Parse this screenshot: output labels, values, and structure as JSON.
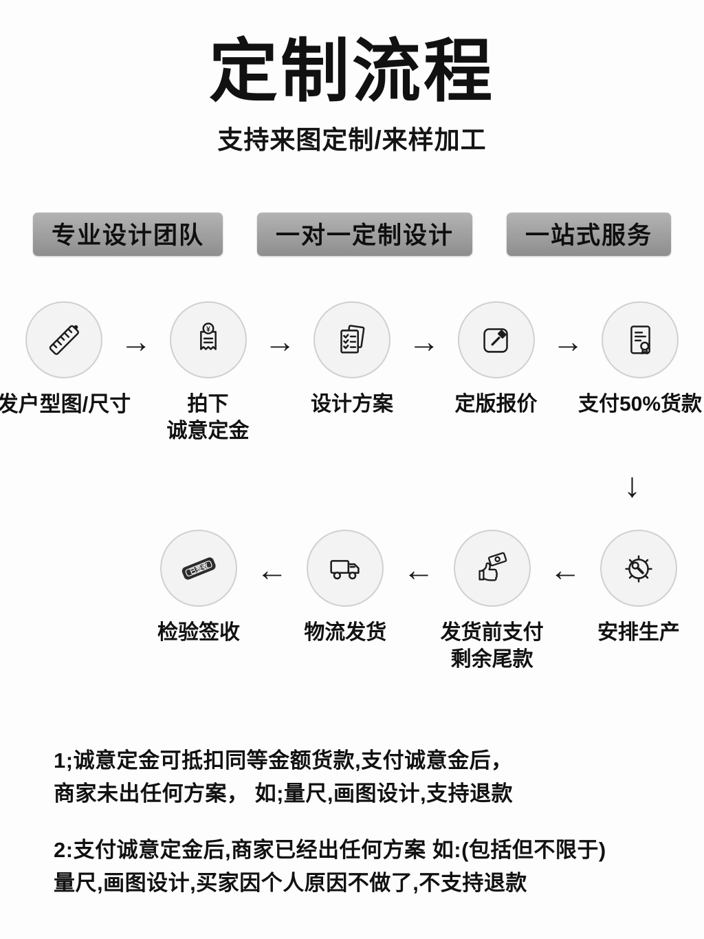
{
  "header": {
    "title": "定制流程",
    "subtitle": "支持来图定制/来样加工"
  },
  "badges": [
    {
      "label": "专业设计团队"
    },
    {
      "label": "一对一定制设计"
    },
    {
      "label": "一站式服务"
    }
  ],
  "flow_row1": [
    {
      "label": "发户型图/尺寸",
      "icon": "ruler-icon"
    },
    {
      "label": "拍下\n诚意定金",
      "icon": "deposit-receipt-icon"
    },
    {
      "label": "设计方案",
      "icon": "design-plan-icon"
    },
    {
      "label": "定版报价",
      "icon": "quote-gavel-icon"
    },
    {
      "label": "支付50%货款",
      "icon": "certificate-icon"
    }
  ],
  "flow_row2": [
    {
      "label": "检验签收",
      "icon": "signed-stamp-icon"
    },
    {
      "label": "物流发货",
      "icon": "truck-icon"
    },
    {
      "label": "发货前支付\n剩余尾款",
      "icon": "hand-money-icon"
    },
    {
      "label": "安排生产",
      "icon": "gear-wrench-icon"
    }
  ],
  "icons": {
    "arrow_right": "→",
    "arrow_left": "←",
    "arrow_down": "↓",
    "yuan": "¥",
    "stamp_text": "已签收"
  },
  "notes": [
    "1;诚意定金可抵扣同等金额货款,支付诚意金后，\n商家未出任何方案， 如;量尺,画图设计,支持退款",
    "2:支付诚意定金后,商家已经出任何方案 如:(包括但不限于)\n量尺,画图设计,买家因个人原因不做了,不支持退款"
  ],
  "colors": {
    "badge_gradient_top": "#b3b3b3",
    "badge_gradient_bottom": "#8e8e8e",
    "circle_fill": "#f3f3f3",
    "circle_border": "#d0d0d0",
    "ink": "#141414",
    "stamp_fill": "#2c2c2c"
  }
}
